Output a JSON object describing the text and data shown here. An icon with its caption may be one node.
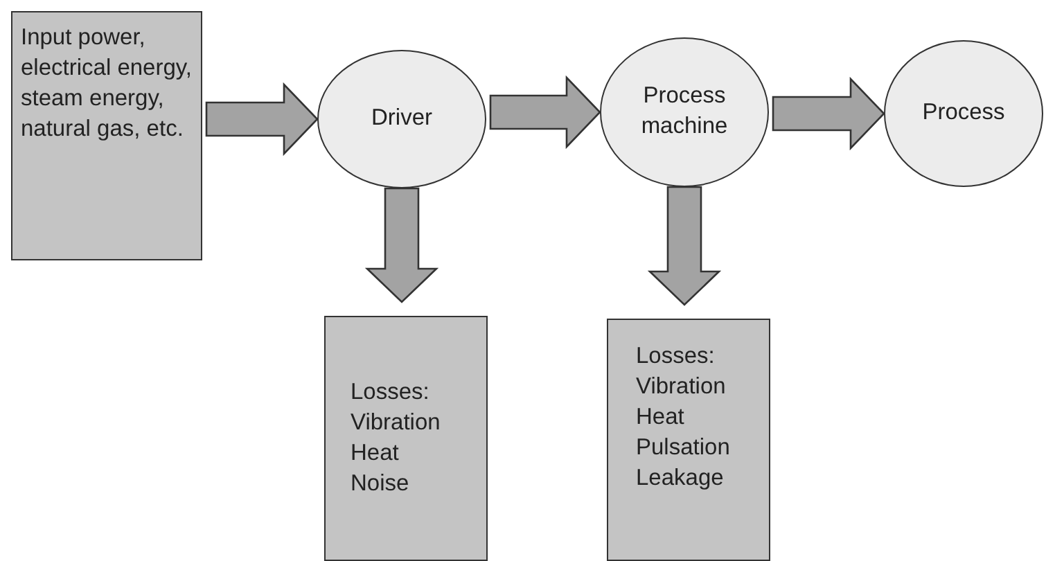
{
  "diagram": {
    "nodes": [
      {
        "text": [
          "Input power, electrical energy, steam energy, natural gas, etc."
        ]
      },
      {
        "text": [
          "Driver"
        ]
      },
      {
        "text": [
          "Process machine"
        ]
      },
      {
        "text": [
          "Process"
        ]
      },
      {
        "text": [
          "Losses:",
          "Vibration",
          "Heat",
          "Noise"
        ]
      },
      {
        "text": [
          "Losses:",
          "Vibration",
          "Heat",
          "Pulsation",
          "Leakage"
        ]
      }
    ],
    "edges": [
      {
        "from": 0,
        "to": 1,
        "arrow": "to"
      },
      {
        "from": 1,
        "to": 2,
        "arrow": "to"
      },
      {
        "from": 2,
        "to": 3,
        "arrow": "to"
      },
      {
        "from": 1,
        "to": 4,
        "arrow": "to"
      },
      {
        "from": 2,
        "to": 5,
        "arrow": "to"
      }
    ]
  }
}
